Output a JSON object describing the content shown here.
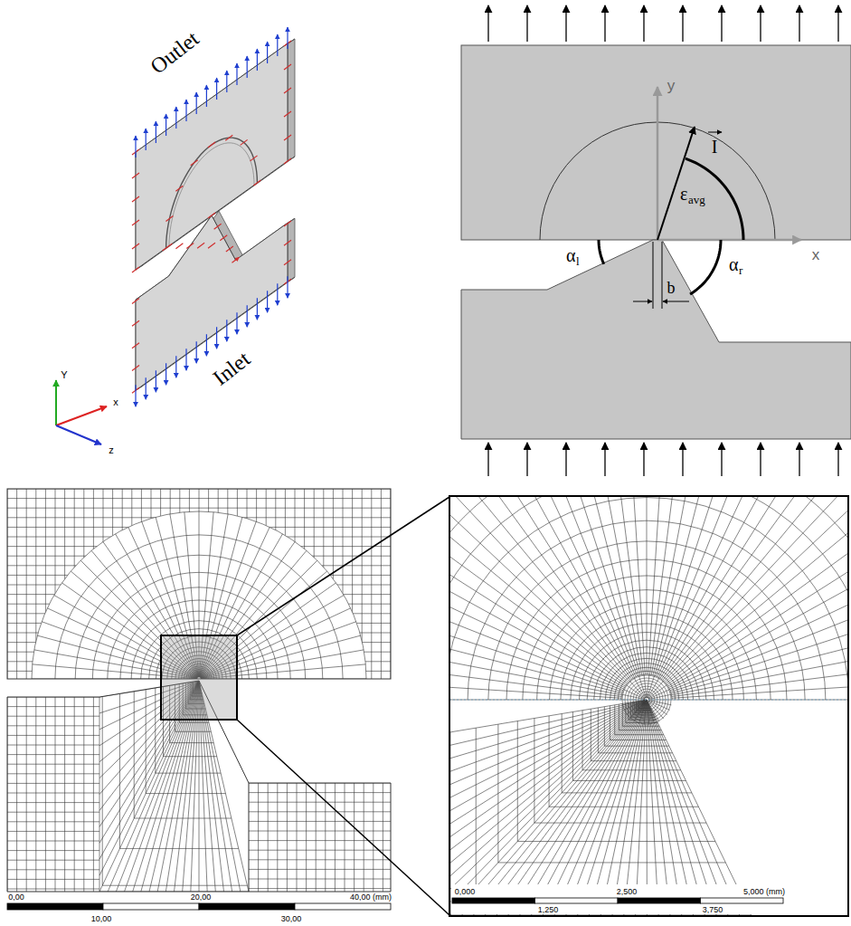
{
  "diagram": {
    "labels": [
      "Outlet",
      "Inlet",
      "Y",
      "x",
      "z",
      "y",
      "x",
      "I",
      "ε",
      "avg",
      "α",
      "l",
      "α",
      "r",
      "b",
      "0,00",
      "20,00",
      "40,00 (mm)",
      "10,00",
      "30,00",
      "0,000",
      "2,500",
      "5,000 (mm)",
      "1,250",
      "3,750"
    ]
  }
}
